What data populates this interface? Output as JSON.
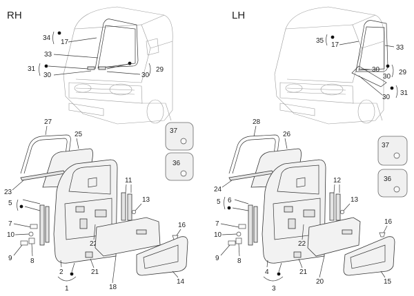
{
  "left_panel": {
    "title": "RH",
    "callouts": {
      "c34": "34",
      "c17": "17",
      "c33": "33",
      "c31": "31",
      "c30a": "30",
      "c30b": "30",
      "c29": "29",
      "c27": "27",
      "c25": "25",
      "c23": "23",
      "c5": "5",
      "c7": "7",
      "c10": "10",
      "c9": "9",
      "c8": "8",
      "c2": "2",
      "c1": "1",
      "c22": "22",
      "c21": "21",
      "c18": "18",
      "c14": "14",
      "c11": "11",
      "c13": "13",
      "c16": "16",
      "c37": "37",
      "c36": "36"
    }
  },
  "right_panel": {
    "title": "LH",
    "callouts": {
      "c35": "35",
      "c17": "17",
      "c33": "33",
      "c30a": "30",
      "c29": "29",
      "c30b": "30",
      "c31": "31",
      "c28": "28",
      "c26": "26",
      "c24": "24",
      "c5": "5",
      "c6": "6",
      "c7": "7",
      "c10": "10",
      "c9": "9",
      "c8": "8",
      "c4": "4",
      "c3": "3",
      "c22": "22",
      "c21": "21",
      "c20": "20",
      "c15": "15",
      "c12": "12",
      "c13": "13",
      "c16": "16",
      "c37": "37",
      "c36": "36"
    }
  }
}
